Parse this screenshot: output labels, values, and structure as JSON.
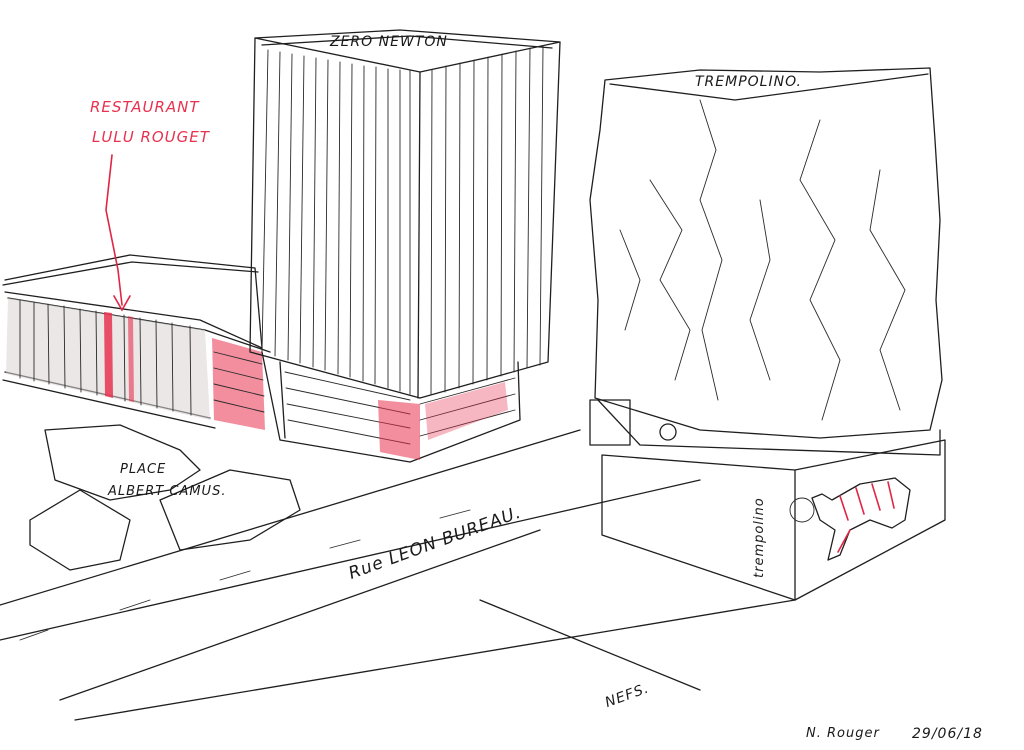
{
  "labels": {
    "tower": "ZERO NEWTON",
    "cube": "TREMPOLINO.",
    "restaurant_line1": "RESTAURANT",
    "restaurant_line2": "LULU ROUGET",
    "place_line1": "PLACE",
    "place_line2": "ALBERT CAMUS.",
    "street": "Rue LEON BUREAU.",
    "signage": "trempolino",
    "road_mark": "NEFS.",
    "signature": "N. Rouger",
    "date": "29/06/18"
  },
  "colors": {
    "ink": "#1f1f1f",
    "accent_red": "#e8324f"
  }
}
